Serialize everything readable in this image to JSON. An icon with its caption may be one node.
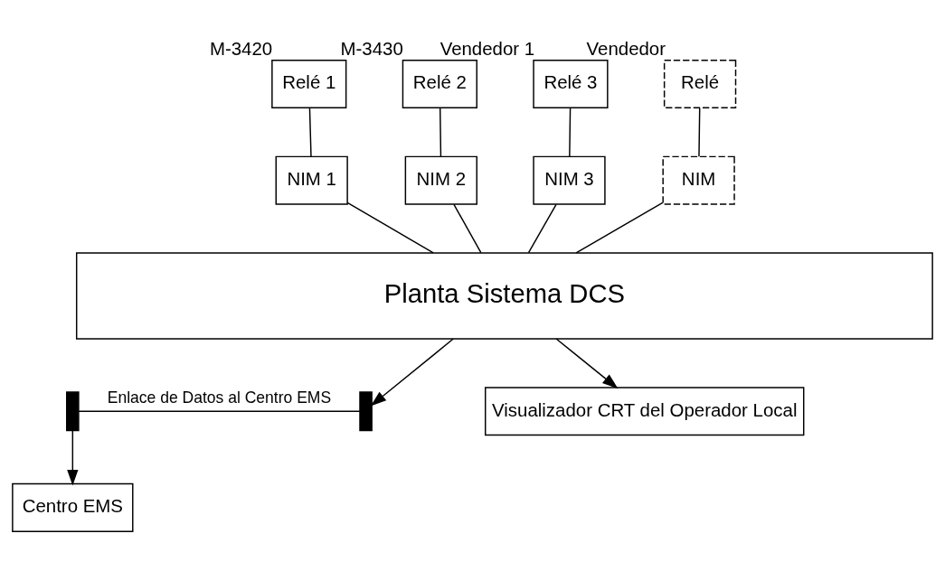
{
  "diagram": {
    "nodes": [
      {
        "text": [
          "Relé 1"
        ],
        "beside": [
          "M-3420"
        ]
      },
      {
        "text": [
          "Relé 2"
        ],
        "beside": [
          "M-3430"
        ]
      },
      {
        "text": [
          "Relé 3"
        ],
        "beside": [
          "Vendedor 1"
        ]
      },
      {
        "text": [
          "Relé"
        ],
        "beside": [
          "Vendedor"
        ]
      },
      {
        "text": [
          "NIM 1"
        ]
      },
      {
        "text": [
          "NIM 2"
        ]
      },
      {
        "text": [
          "NIM 3"
        ]
      },
      {
        "text": [
          "NIM"
        ]
      },
      {
        "text": [
          "Planta Sistema DCS"
        ]
      },
      {
        "text": [],
        "shape": "bar"
      },
      {
        "text": [],
        "shape": "bar"
      },
      {
        "text": [
          "Visualizador CRT del Operador Local"
        ]
      },
      {
        "text": [
          "Centro EMS"
        ]
      }
    ],
    "edges": [
      {
        "from": 0,
        "to": 4,
        "arrow": "none"
      },
      {
        "from": 1,
        "to": 5,
        "arrow": "none"
      },
      {
        "from": 2,
        "to": 6,
        "arrow": "none"
      },
      {
        "from": 3,
        "to": 7,
        "arrow": "none"
      },
      {
        "from": 4,
        "to": 8,
        "arrow": "none"
      },
      {
        "from": 5,
        "to": 8,
        "arrow": "none"
      },
      {
        "from": 6,
        "to": 8,
        "arrow": "none"
      },
      {
        "from": 7,
        "to": 8,
        "arrow": "none"
      },
      {
        "from": 8,
        "to": 10,
        "arrow": "to"
      },
      {
        "from": 8,
        "to": 11,
        "arrow": "to"
      },
      {
        "from": 10,
        "to": 9,
        "arrow": "none",
        "label": "Enlace de Datos al Centro EMS"
      },
      {
        "from": 9,
        "to": 12,
        "arrow": "to"
      }
    ]
  }
}
